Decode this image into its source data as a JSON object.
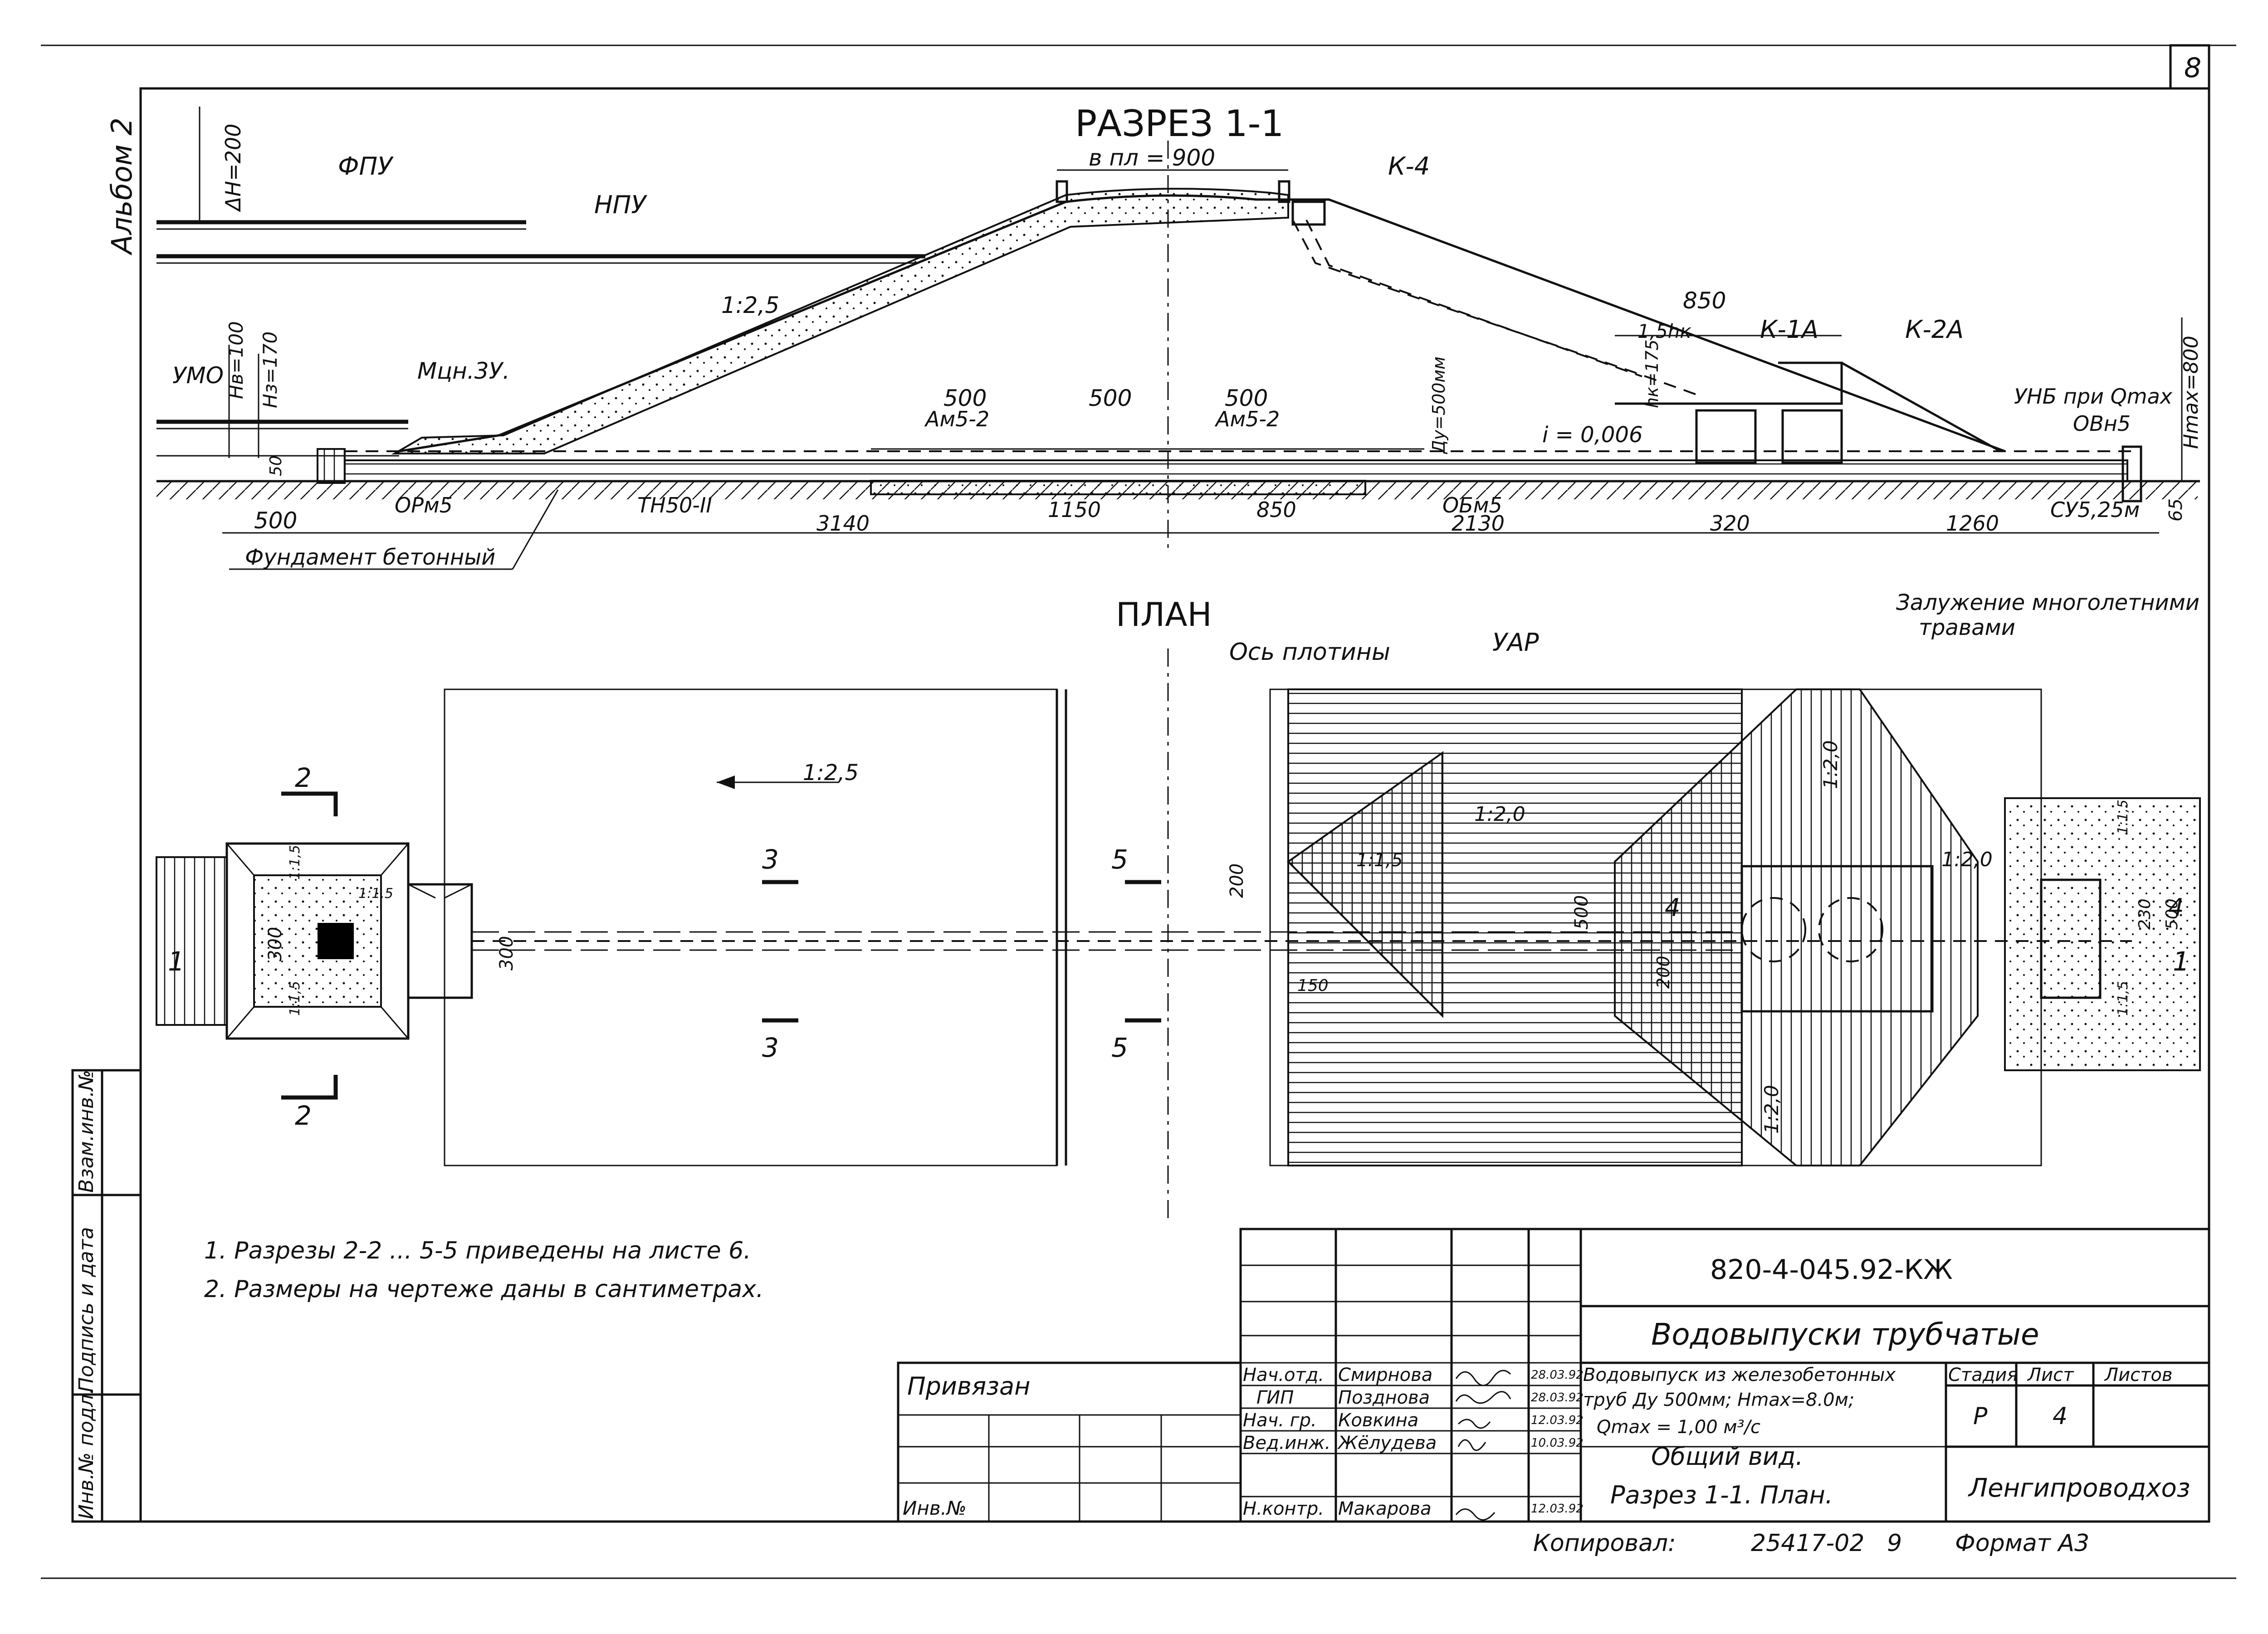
{
  "sheet": {
    "number": "8",
    "album": "Альбом 2"
  },
  "section": {
    "title": "РАЗРЕЗ 1-1",
    "labels": {
      "fpu": "ФПУ",
      "npu": "НПУ",
      "umo": "УМО",
      "mtsn": "Мцн.3У.",
      "dh": "ΔН=200",
      "hv": "Нв=100",
      "hz": "Нз=170",
      "bpl": "в пл = 900",
      "k4": "К-4",
      "slope": "1:2,5",
      "k1a": "К-1А",
      "k2a": "К-2А",
      "w850": "850",
      "w15hk": "1,5hк",
      "hk": "hк=175",
      "unb": "УНБ при Qmax",
      "hmax": "Нmax=800",
      "ovn": "ОВн5",
      "am1": "Ам5-2",
      "am2": "Ам5-2",
      "d500": "500",
      "d500b": "500",
      "d500c": "500",
      "du": "Ду=500мм",
      "i": "i = 0,006",
      "d500l": "500",
      "orm": "ОРм5",
      "tn": "ТН50-II",
      "obm": "ОБм5",
      "su": "СУ5,25м",
      "d3140": "3140",
      "d1150": "1150",
      "d850": "850",
      "d2130": "2130",
      "d320": "320",
      "d1260": "1260",
      "d65": "65",
      "d50": "50",
      "found": "Фундамент бетонный"
    }
  },
  "plan": {
    "title": "ПЛАН",
    "labels": {
      "axis": "Ось плотины",
      "uar": "УАР",
      "grass1": "Залужение многолетними",
      "grass2": "травами",
      "s2a": "2",
      "s2b": "2",
      "s3a": "3",
      "s3b": "3",
      "s5a": "5",
      "s5b": "5",
      "s4": "4",
      "s4b": "4",
      "s1": "1",
      "s1b": "1",
      "slope25": "1:2,5",
      "slope20a": "1:2,0",
      "slope20b": "1:2,0",
      "slope20c": "1:2,0",
      "slope20d": "1:2,0",
      "slope15a": "1:1,5",
      "slope15b": "1:1,5",
      "slope15c": "1:1,5",
      "slope15d": "1:1,5",
      "slope15e": "1:1,5",
      "slope15f": "1:1,5",
      "d300a": "300",
      "d300b": "300",
      "d200": "200",
      "d500": "500",
      "d200b": "200",
      "d150": "150",
      "d230": "230",
      "d500b": "500"
    }
  },
  "notes": [
    "1. Разрезы 2-2 ... 5-5 приведены на листе 6.",
    "2. Размеры на чертеже даны в сантиметрах."
  ],
  "side_stamp": [
    "Инв.№ подл.",
    "Подпись и дата",
    "Взам.инв.№"
  ],
  "title_block": {
    "code": "820-4-045.92-КЖ",
    "title": "Водовыпуски трубчатые",
    "desc1": "Водовыпуск из железобетонных",
    "desc2": "труб Ду 500мм; Нmax=8.0м;",
    "desc3": "Qmax = 1,00 м³/с",
    "sub1": "Общий вид.",
    "sub2": "Разрез 1-1. План.",
    "stage_h": "Стадия",
    "sheet_h": "Лист",
    "sheets_h": "Листов",
    "stage": "Р",
    "sheet_no": "4",
    "org": "Ленгипроводхоз",
    "privyazan": "Привязан",
    "inv": "Инв.№",
    "roles": [
      "Нач.отд.",
      "ГИП",
      "Нач. гр.",
      "Вед.инж.",
      "",
      "Н.контр."
    ],
    "names": [
      "Смирнова",
      "Позднова",
      "Ковкина",
      "Жёлудева",
      "",
      "Макарова"
    ],
    "dates": [
      "28.03.92",
      "28.03.92",
      "12.03.92",
      "10.03.92",
      "",
      "12.03.92"
    ],
    "copied": "Копировал:",
    "copy_no": "25417-02",
    "copy_n": "9",
    "format": "Формат А3"
  }
}
